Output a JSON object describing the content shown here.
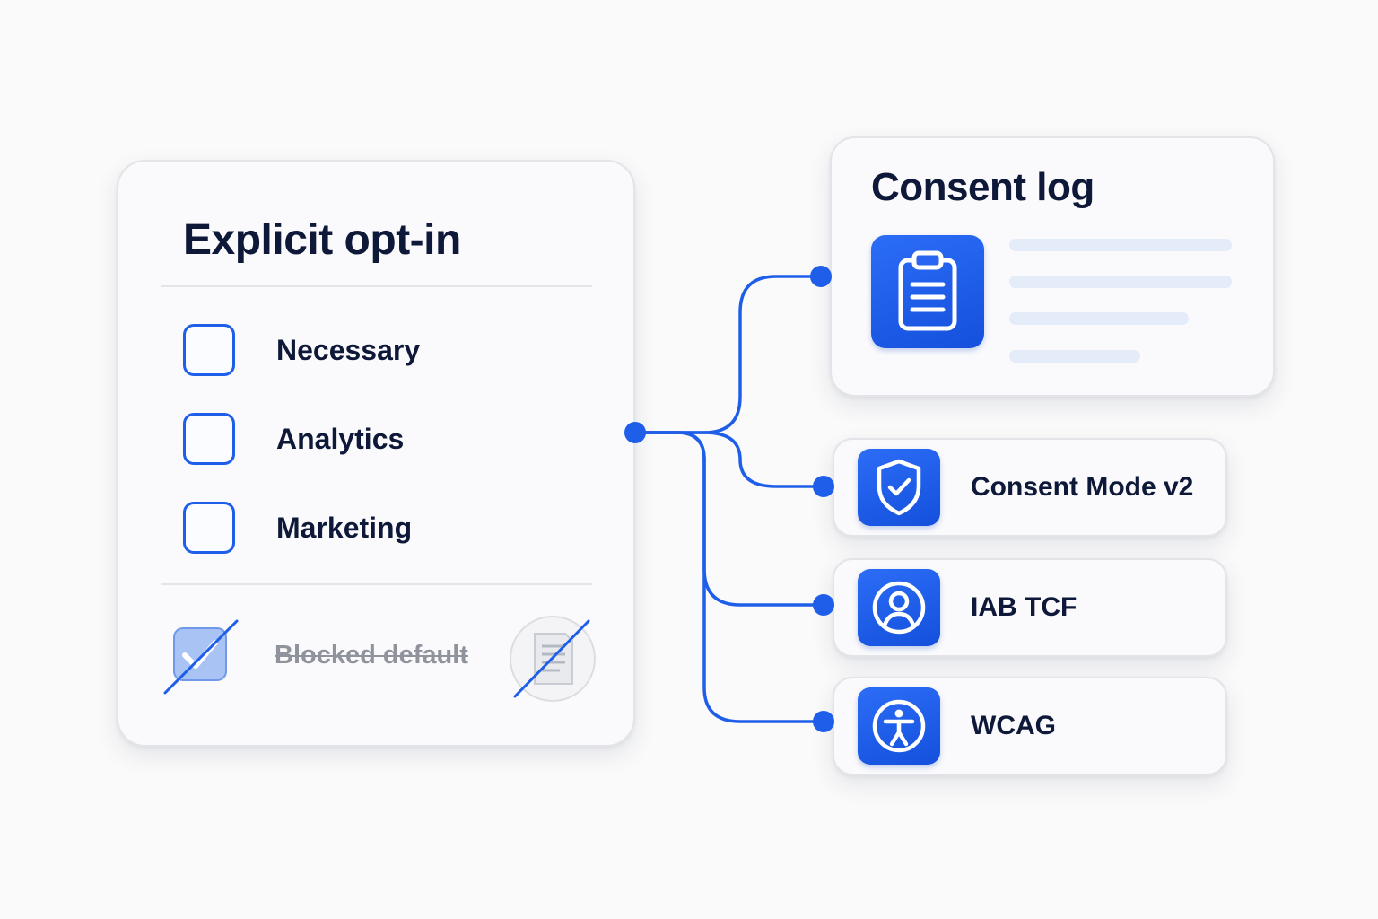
{
  "main_card": {
    "title": "Explicit opt-in",
    "options": [
      {
        "label": "Necessary",
        "checked": false
      },
      {
        "label": "Analytics",
        "checked": false
      },
      {
        "label": "Marketing",
        "checked": false
      }
    ],
    "blocked_label": "Blocked default"
  },
  "log_card": {
    "title": "Consent log",
    "icon": "clipboard-icon"
  },
  "features": [
    {
      "label": "Consent Mode v2",
      "icon": "shield-check-icon"
    },
    {
      "label": "IAB TCF",
      "icon": "user-circle-icon"
    },
    {
      "label": "WCAG",
      "icon": "accessibility-icon"
    }
  ],
  "colors": {
    "accent": "#1f5ee8",
    "text": "#0e1838",
    "muted": "#8f939c",
    "card_border": "#e3e4e8",
    "placeholder_line": "#e4ebf9"
  }
}
